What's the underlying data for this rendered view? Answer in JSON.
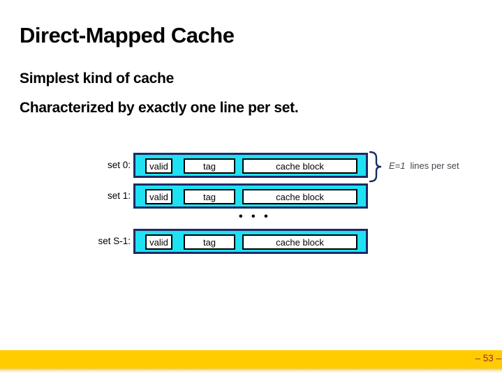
{
  "slide": {
    "title": "Direct-Mapped Cache",
    "bullet1": "Simplest kind of cache",
    "bullet2": "Characterized by exactly one line per set.",
    "page_number": "– 53 –"
  },
  "diagram": {
    "rows": [
      {
        "label": "set 0:",
        "valid": "valid",
        "tag": "tag",
        "block": "cache block"
      },
      {
        "label": "set 1:",
        "valid": "valid",
        "tag": "tag",
        "block": "cache block"
      },
      {
        "label": "set S-1:",
        "valid": "valid",
        "tag": "tag",
        "block": "cache block"
      }
    ],
    "ellipsis": "• • •",
    "annotation": {
      "emphasis": "E=1",
      "text": "lines per set"
    }
  },
  "colors": {
    "cell_fill": "#1FE1F2",
    "row_border": "#1A2B66",
    "inner_border": "#000000",
    "footer_bar": "#FFCC00",
    "page_number_text": "#A31F34",
    "body_text": "#000000",
    "annotation_text": "#45454E"
  }
}
